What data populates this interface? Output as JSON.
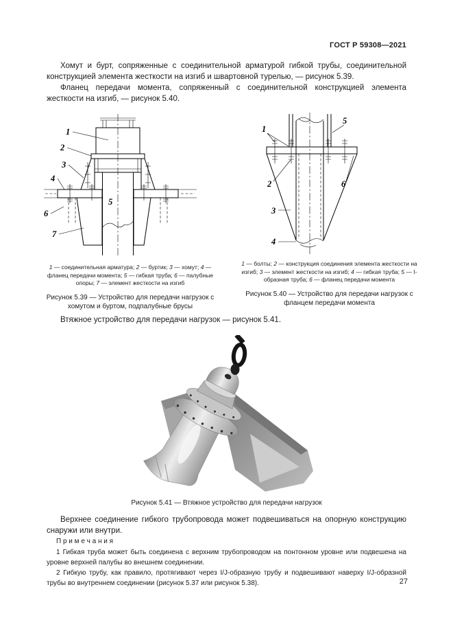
{
  "header": {
    "doc_code": "ГОСТ Р 59308—2021"
  },
  "paragraphs": {
    "p1": "Хомут и бурт, сопряженные с соединительной арматурой гибкой трубы, соединительной конструкцией элемента жесткости на изгиб и швартовной турелью, — рисунок 5.39.",
    "p2": "Фланец передачи момента, сопряженный с соединительной конструкцией элемента жесткости на изгиб, — рисунок 5.40.",
    "p3": "Втяжное устройство для передачи нагрузок — рисунок 5.41.",
    "p4": "Верхнее соединение гибкого трубопровода может подвешиваться на опорную конструкцию снаружи или внутри."
  },
  "figure_539": {
    "labels": [
      "1",
      "2",
      "3",
      "4",
      "5",
      "6",
      "7"
    ],
    "legend": [
      {
        "n": "1",
        "t": "соединительная арматура"
      },
      {
        "n": "2",
        "t": "буртик"
      },
      {
        "n": "3",
        "t": "хомут"
      },
      {
        "n": "4",
        "t": "фланец передачи момента"
      },
      {
        "n": "5",
        "t": "гибкая труба"
      },
      {
        "n": "6",
        "t": "палубные опоры"
      },
      {
        "n": "7",
        "t": "элемент жесткости на изгиб"
      }
    ],
    "caption": "Рисунок 5.39 — Устройство для передачи нагрузок с хомутом и буртом, подпалубные брусы"
  },
  "figure_540": {
    "labels": [
      "1",
      "2",
      "3",
      "4",
      "5",
      "6"
    ],
    "legend": [
      {
        "n": "1",
        "t": "болты"
      },
      {
        "n": "2",
        "t": "конструкция соединения элемента жесткости на изгиб"
      },
      {
        "n": "3",
        "t": "элемент жесткости на изгиб"
      },
      {
        "n": "4",
        "t": "гибкая труба"
      },
      {
        "n": "5",
        "t": "I-образная труба"
      },
      {
        "n": "6",
        "t": "фланец передачи момента"
      }
    ],
    "caption": "Рисунок 5.40 — Устройство для передачи нагрузок с фланцем передачи момента"
  },
  "figure_541": {
    "caption": "Рисунок 5.41 — Втяжное устройство для передачи нагрузок"
  },
  "notes": {
    "heading": "П р и м е ч а н и я",
    "items": [
      "1 Гибкая труба может быть соединена с верхним трубопроводом на понтонном уровне или подвешена на уровне верхней палубы во внешнем соединении.",
      "2 Гибкую трубу, как правило, протягивают через I/J-образную трубу и подвешивают наверху I/J-образной трубы во внутреннем соединении (рисунок 5.37 или рисунок 5.38)."
    ]
  },
  "footer": {
    "page_number": "27"
  }
}
